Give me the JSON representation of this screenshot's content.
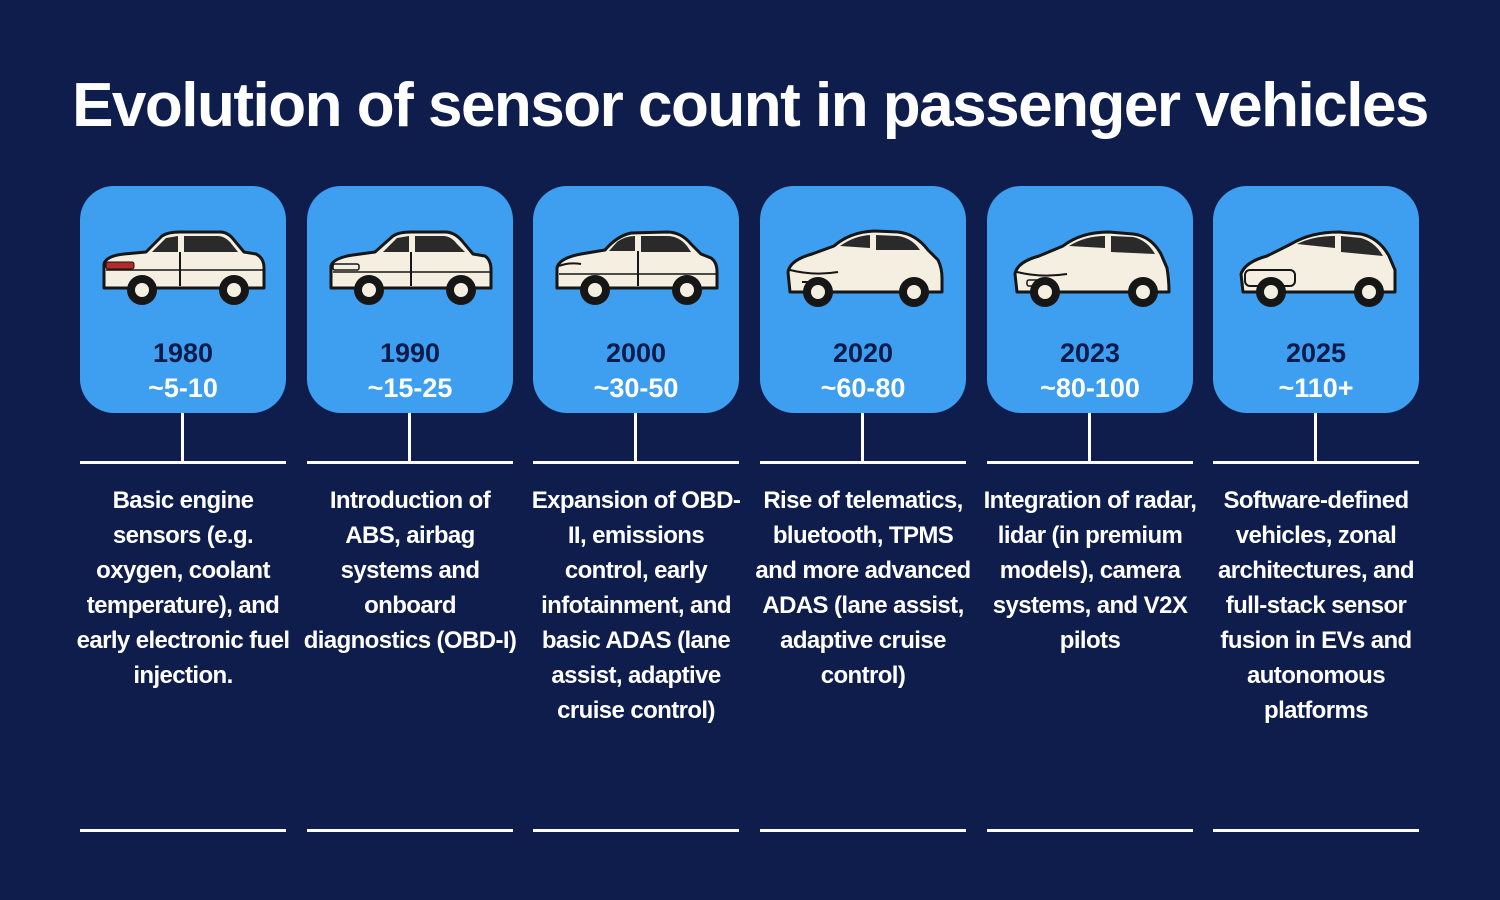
{
  "title": "Evolution of sensor count in passenger vehicles",
  "timeline": [
    {
      "year": "1980",
      "count": "~5-10",
      "description": "Basic engine sensors (e.g. oxygen, coolant temperature), and early electronic fuel injection.",
      "icon": "sedan-1980-icon"
    },
    {
      "year": "1990",
      "count": "~15-25",
      "description": "Introduction of ABS, airbag systems and onboard diagnostics (OBD-I)",
      "icon": "sedan-1990-icon"
    },
    {
      "year": "2000",
      "count": "~30-50",
      "description": "Expansion of OBD-II, emissions control, early infotainment, and basic ADAS (lane assist, adaptive cruise control)",
      "icon": "sedan-2000-icon"
    },
    {
      "year": "2020",
      "count": "~60-80",
      "description": "Rise of telematics, bluetooth, TPMS and more advanced ADAS (lane assist, adaptive cruise control)",
      "icon": "sedan-2020-icon"
    },
    {
      "year": "2023",
      "count": "~80-100",
      "description": "Integration of radar, lidar (in premium models), camera systems, and V2X pilots",
      "icon": "hatchback-2023-icon"
    },
    {
      "year": "2025",
      "count": "~110+",
      "description": "Software-defined vehicles, zonal architectures, and full-stack sensor fusion in EVs and autonomous platforms",
      "icon": "hatchback-2025-icon"
    }
  ],
  "colors": {
    "background": "#0f1d4d",
    "card": "#3e9ef0",
    "year_text": "#0c1b4a",
    "car_body": "#f4efe0"
  }
}
